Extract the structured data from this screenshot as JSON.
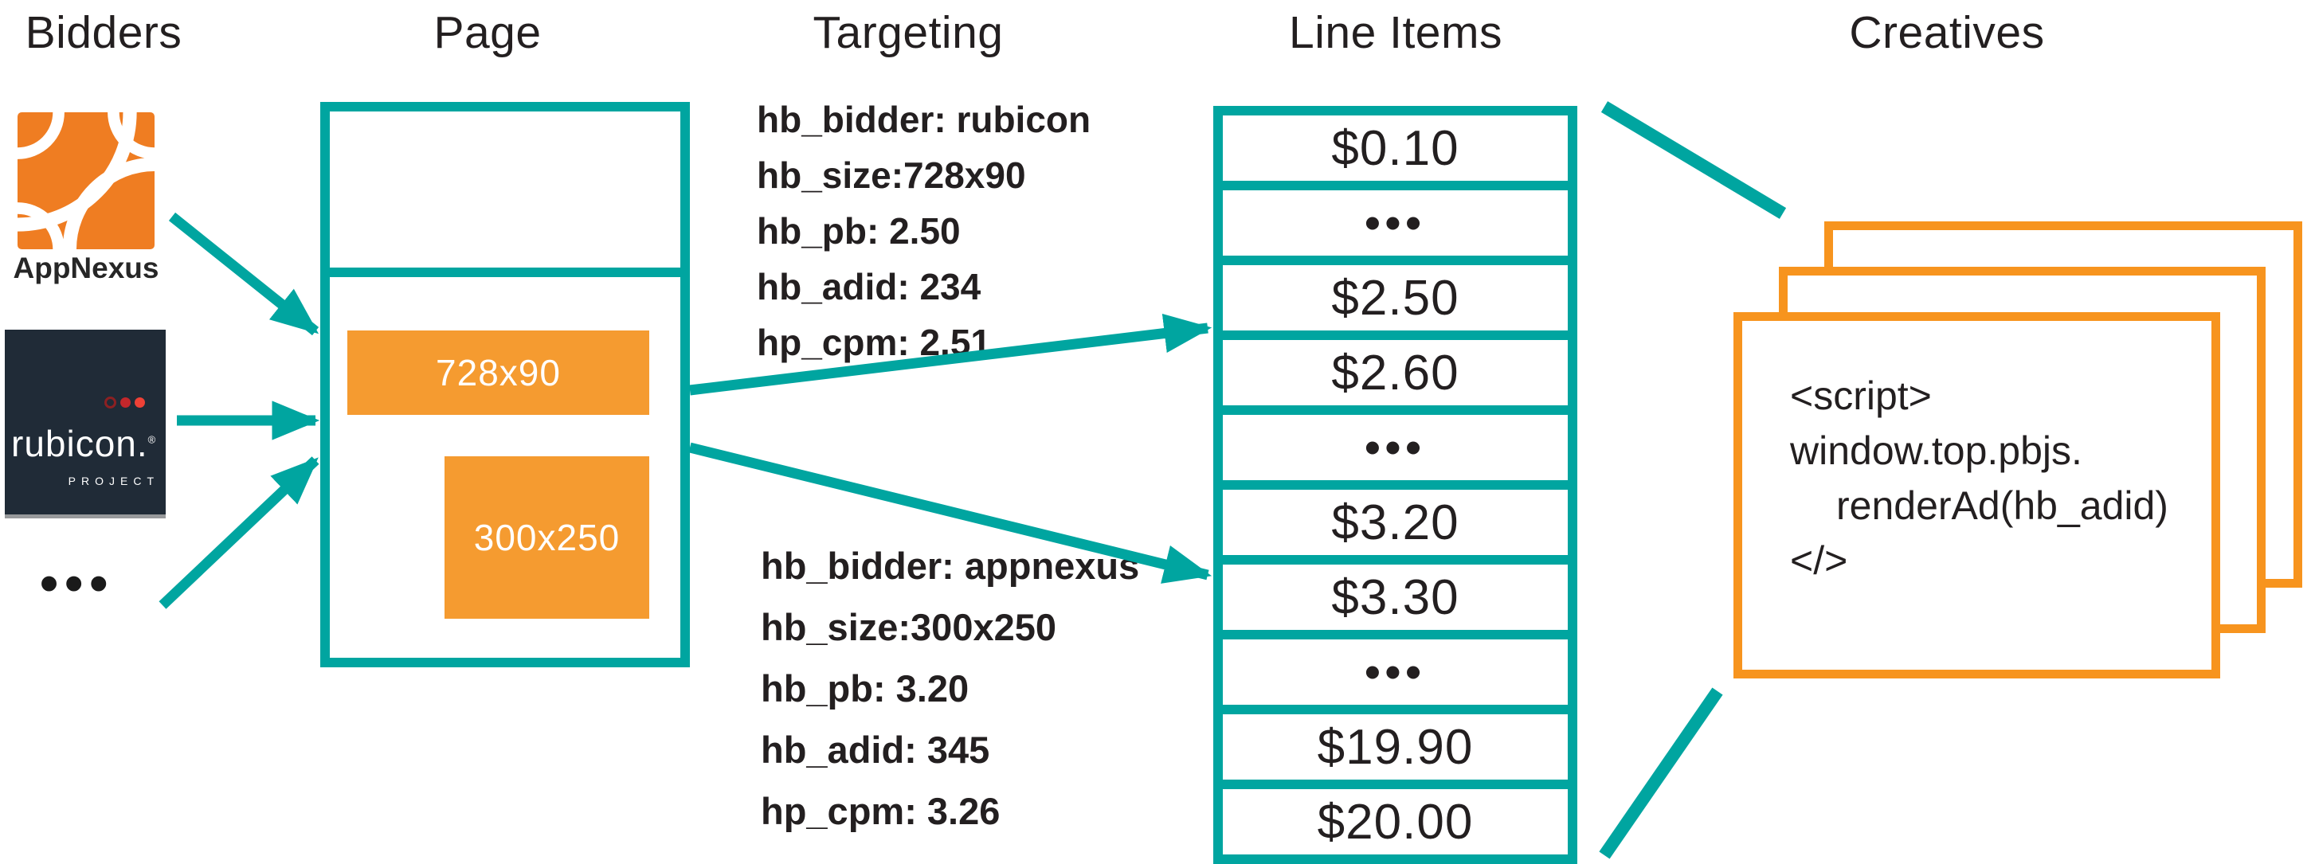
{
  "headers": {
    "bidders": "Bidders",
    "page": "Page",
    "targeting": "Targeting",
    "line_items": "Line Items",
    "creatives": "Creatives"
  },
  "bidders": {
    "appnexus_label": "AppNexus",
    "rubicon_label": "rubicon.",
    "rubicon_reg": "®",
    "rubicon_sub": "PROJECT",
    "ellipsis": "•••"
  },
  "page": {
    "slot_728x90": "728x90",
    "slot_300x250": "300x250"
  },
  "targeting": {
    "rubicon_block": {
      "lines": [
        "hb_bidder: rubicon",
        "hb_size:728x90",
        "hb_pb: 2.50",
        "hb_adid: 234",
        "hp_cpm: 2.51"
      ]
    },
    "appnexus_block": {
      "lines": [
        "hb_bidder: appnexus",
        "hb_size:300x250",
        "hb_pb: 3.20",
        "hb_adid: 345",
        "hp_cpm: 3.26"
      ]
    }
  },
  "line_items": {
    "rows": [
      "$0.10",
      "•••",
      "$2.50",
      "$2.60",
      "•••",
      "$3.20",
      "$3.30",
      "•••",
      "$19.90",
      "$20.00"
    ]
  },
  "creatives": {
    "code_lines": [
      "<script>",
      "window.top.pbjs.",
      "renderAd(hb_adid)",
      "</>"
    ]
  },
  "colors": {
    "teal": "#00A5A0",
    "card_orange": "#F7941E",
    "slot_orange": "#F59B30",
    "appnexus_logo_orange": "#EF7D22",
    "rubicon_bg": "#202B37",
    "text": "#231F20",
    "rubicon_red": "#EF4136"
  }
}
